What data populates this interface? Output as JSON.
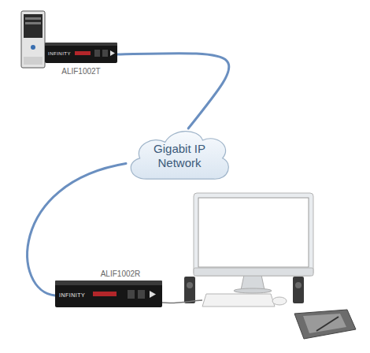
{
  "diagram": {
    "nodes": [
      {
        "text": [
          "ALIF1002T"
        ]
      },
      {
        "text": [
          "Gigabit IP Network"
        ]
      },
      {
        "text": [
          "ALIF1002R"
        ]
      }
    ],
    "edges": [
      {
        "from": 0,
        "to": 1,
        "arrow": "none"
      },
      {
        "from": 1,
        "to": 2,
        "arrow": "none"
      }
    ],
    "labels": [
      "INFINITY",
      "INFINITY"
    ]
  }
}
